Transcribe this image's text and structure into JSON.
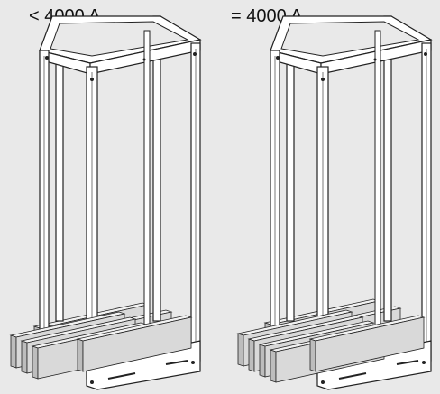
{
  "labels": {
    "left": "< 4000 A",
    "right": "= 4000 A"
  },
  "colors": {
    "background": "#e9e9e9",
    "frame_fill": "#ffffff",
    "frame_stroke": "#222222",
    "busbar_fill": "#d9d9d9",
    "busbar_dark": "#bdbdbd"
  },
  "panels": [
    {
      "id": "left",
      "busbar_count": 3
    },
    {
      "id": "right",
      "busbar_count": 4
    }
  ]
}
